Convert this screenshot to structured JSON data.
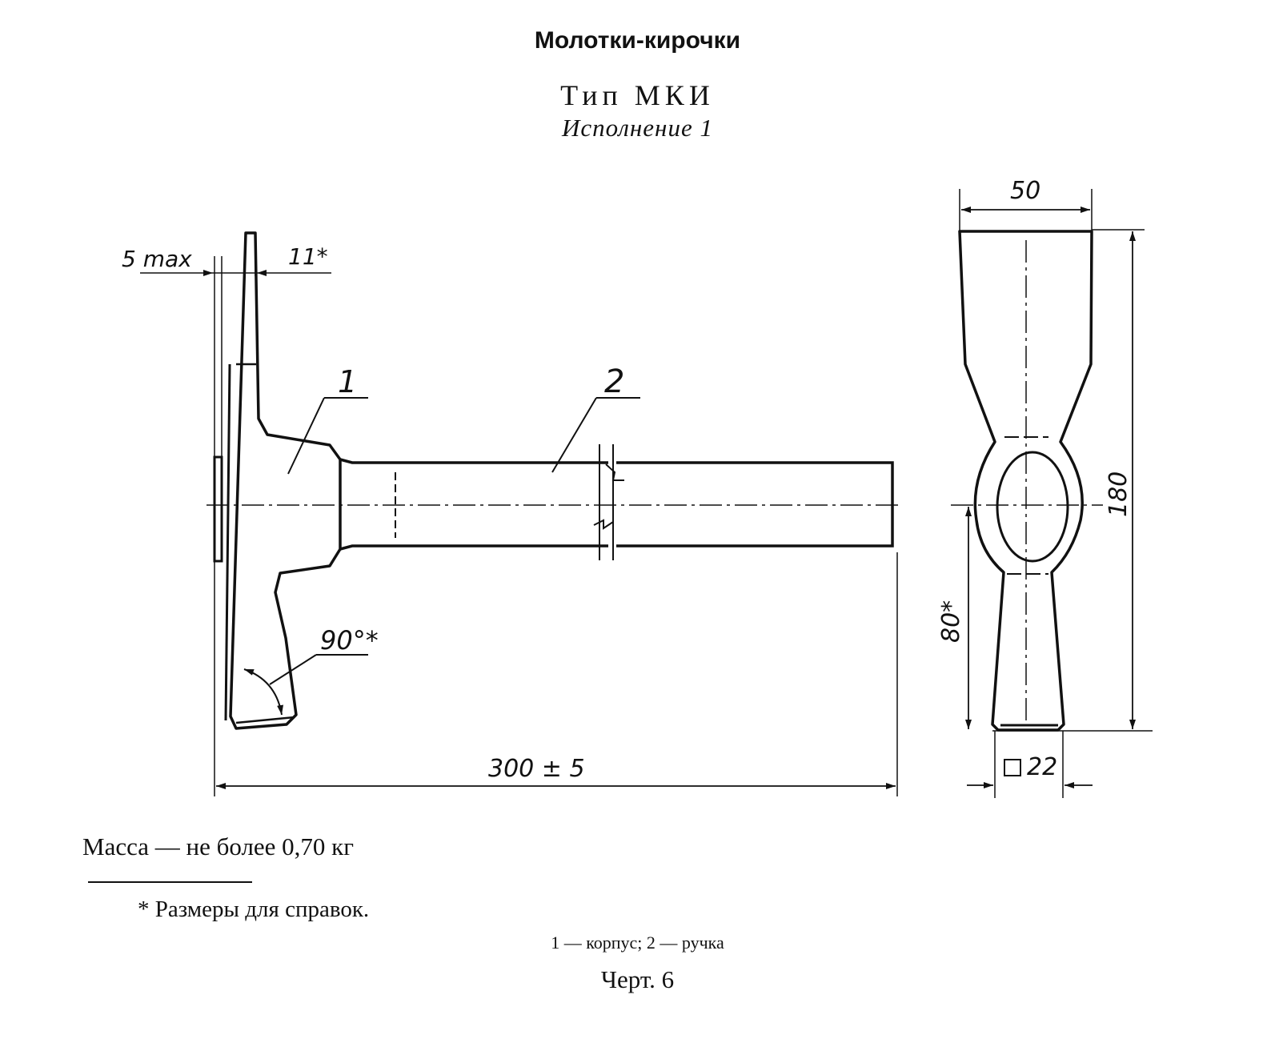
{
  "title": "Молотки-кирочки",
  "type_label": "Тип МКИ",
  "variant_label": "Исполнение 1",
  "dimensions": {
    "head_face_tolerance": "5 max",
    "pick_width": "11*",
    "angle": "90°*",
    "overall_length": "300 ± 5",
    "head_width": "50",
    "head_height": "180",
    "eye_offset": "80*",
    "handle_section": "22"
  },
  "callouts": {
    "body": "1",
    "handle": "2"
  },
  "mass_note": "Масса — не более 0,70 кг",
  "footnote": "* Размеры для справок.",
  "legend": "1 — корпус; 2 — ручка",
  "figure_label": "Черт. 6",
  "colors": {
    "ink": "#111111",
    "paper": "#ffffff"
  }
}
